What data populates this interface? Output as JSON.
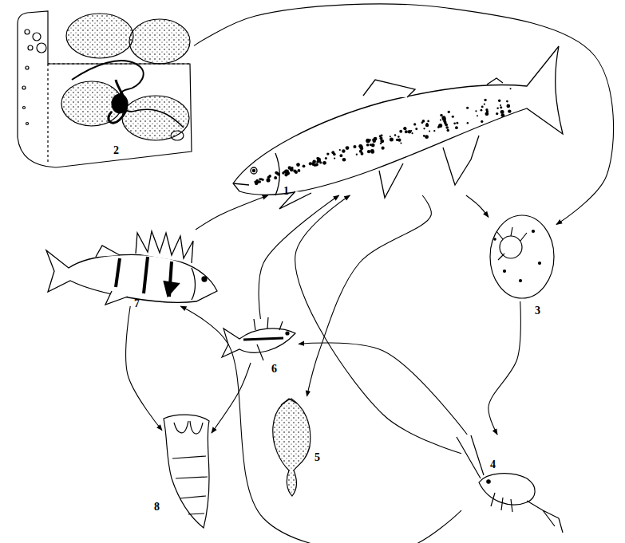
{
  "diagram": {
    "nodes": [
      {
        "text": [
          "1"
        ]
      },
      {
        "text": [
          "2"
        ]
      },
      {
        "text": [
          "3"
        ]
      },
      {
        "text": [
          "4"
        ]
      },
      {
        "text": [
          "5"
        ]
      },
      {
        "text": [
          "6"
        ]
      },
      {
        "text": [
          "7"
        ]
      },
      {
        "text": [
          "8"
        ]
      }
    ],
    "edges": [
      {
        "from": 0,
        "to": 2,
        "arrow": "to"
      },
      {
        "from": 1,
        "to": 2,
        "arrow": "to"
      },
      {
        "from": 2,
        "to": 3,
        "arrow": "to"
      },
      {
        "from": 0,
        "to": 4,
        "arrow": "to"
      },
      {
        "from": 3,
        "to": 0,
        "arrow": "to"
      },
      {
        "from": 3,
        "to": 5,
        "arrow": "to"
      },
      {
        "from": 5,
        "to": 0,
        "arrow": "to"
      },
      {
        "from": 6,
        "to": 0,
        "arrow": "to"
      },
      {
        "from": 6,
        "to": 7,
        "arrow": "to"
      },
      {
        "from": 5,
        "to": 7,
        "arrow": "to"
      },
      {
        "from": 3,
        "to": 6,
        "arrow": "to"
      }
    ]
  }
}
